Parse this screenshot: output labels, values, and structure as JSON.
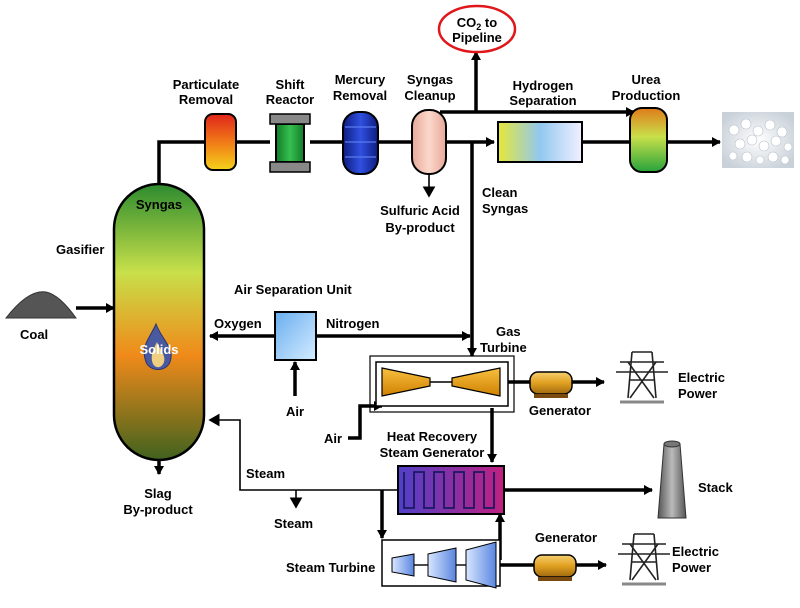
{
  "title": "",
  "labels": {
    "co2_line1": "CO",
    "co2_sub": "2",
    "co2_line1_rest": " to",
    "co2_line2": "Pipeline",
    "particulate_1": "Particulate",
    "particulate_2": "Removal",
    "shift_1": "Shift",
    "shift_2": "Reactor",
    "mercury_1": "Mercury",
    "mercury_2": "Removal",
    "syngas_cleanup_1": "Syngas",
    "syngas_cleanup_2": "Cleanup",
    "hydrogen_1": "Hydrogen",
    "hydrogen_2": "Separation",
    "urea_1": "Urea",
    "urea_2": "Production",
    "syngas": "Syngas",
    "gasifier": "Gasifier",
    "sulfuric_1": "Sulfuric Acid",
    "sulfuric_2": "By-product",
    "clean_syngas_1": "Clean",
    "clean_syngas_2": "Syngas",
    "air_separation": "Air Separation Unit",
    "coal": "Coal",
    "oxygen": "Oxygen",
    "nitrogen": "Nitrogen",
    "solids": "Solids",
    "gas_turbine_1": "Gas",
    "gas_turbine_2": "Turbine",
    "electric_1a": "Electric",
    "electric_1b": "Power",
    "air_1": "Air",
    "generator_1": "Generator",
    "air_2": "Air",
    "hrsg_1": "Heat Recovery",
    "hrsg_2": "Steam Generator",
    "steam_in": "Steam",
    "slag_1": "Slag",
    "slag_2": "By-product",
    "steam_out": "Steam",
    "stack": "Stack",
    "generator_2": "Generator",
    "steam_turbine": "Steam Turbine",
    "electric_2a": "Electric",
    "electric_2b": "Power"
  },
  "colors": {
    "co2_ring": "#e0161b",
    "particulate": [
      "#f5c21a",
      "#e0261a"
    ],
    "shift": "#1e9e3a",
    "mercury": "#1a2fb0",
    "cleanup": "#f7c4b4",
    "hydrogen": [
      "#e8e840",
      "#8ec8f0",
      "#f0f0ff"
    ],
    "urea": [
      "#27a33c",
      "#d2e04a",
      "#e07b1a"
    ],
    "gasifier": [
      "#2d8b2e",
      "#c8e04a",
      "#f08a1a",
      "#40621e"
    ],
    "asu": "#9cc9f4",
    "turbine_blade": "#f0a00a",
    "generator": "#e0a020",
    "hrsg": [
      "#4040c0",
      "#c02080"
    ],
    "steam_turbine": "#8ab0f0"
  },
  "icons": [
    "coal-pile-icon",
    "flame-icon",
    "urea-pellets-icon",
    "transmission-tower-icon",
    "stack-icon"
  ]
}
